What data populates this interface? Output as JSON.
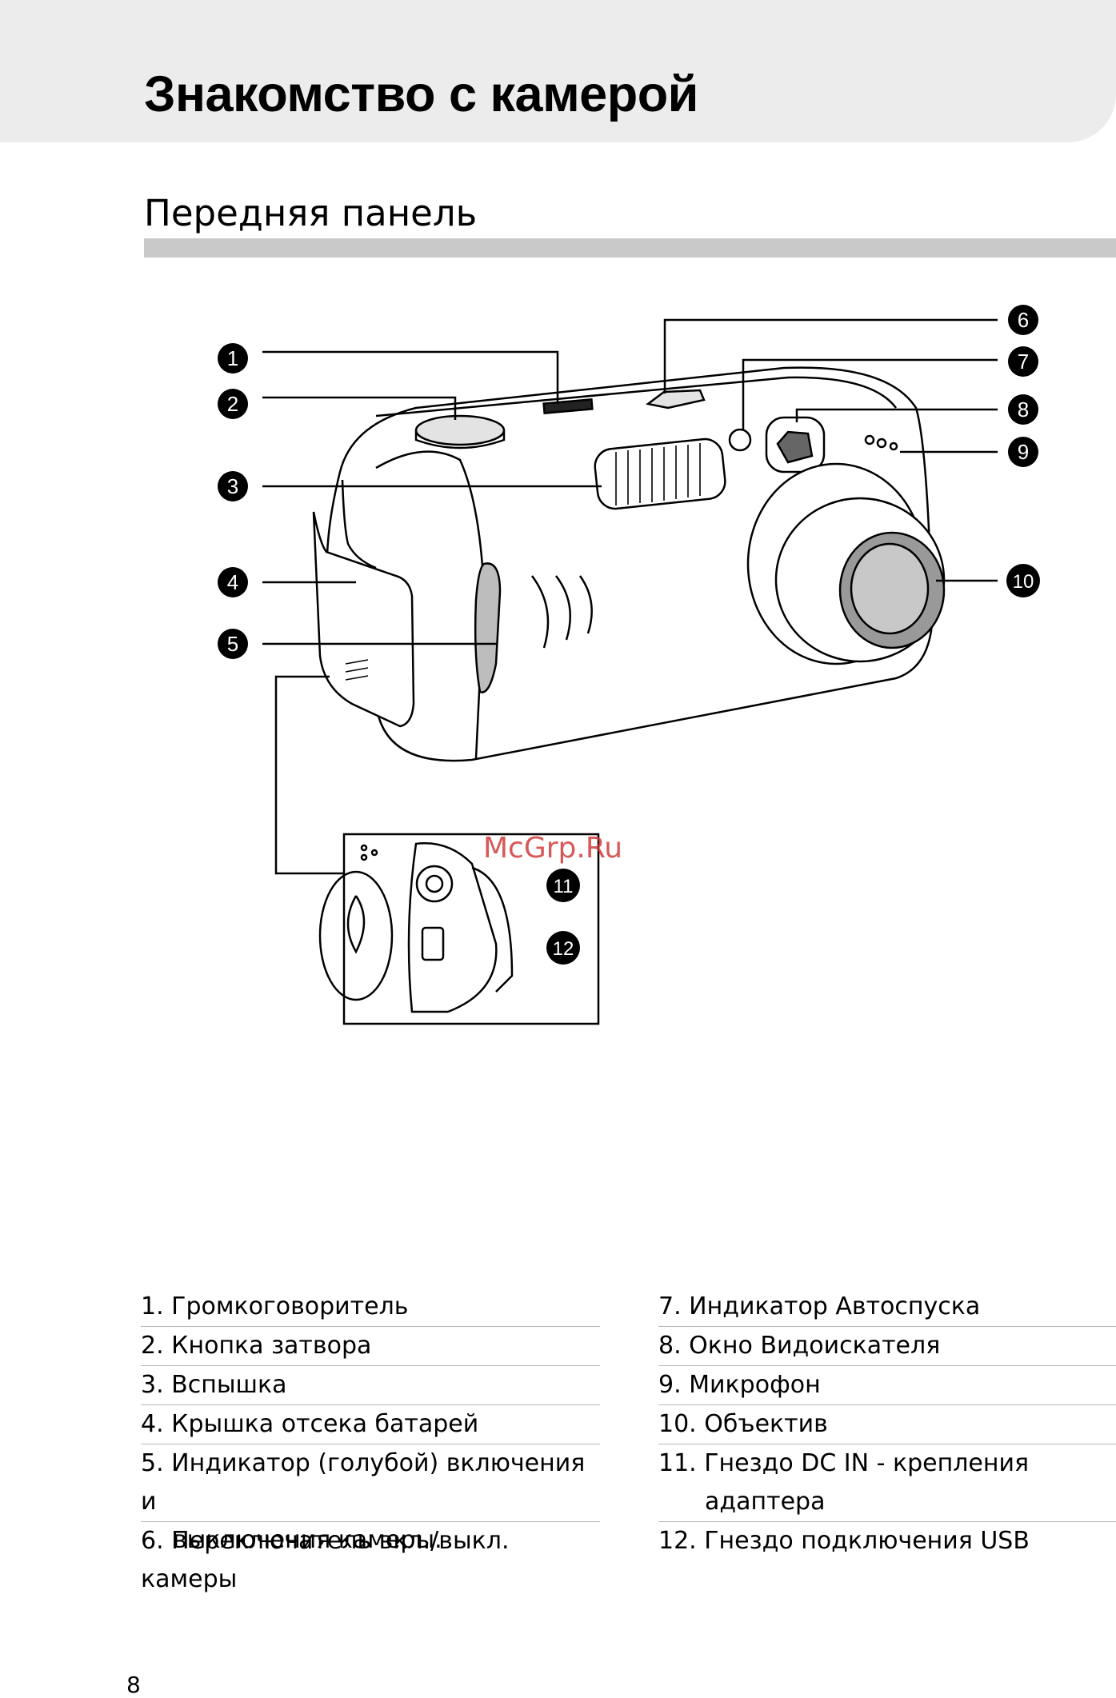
{
  "header": {
    "title": "Знакомство с камерой"
  },
  "section": {
    "title": "Передняя панель"
  },
  "watermark": "McGrp.Ru",
  "callouts": [
    "1",
    "2",
    "3",
    "4",
    "5",
    "6",
    "7",
    "8",
    "9",
    "10",
    "11",
    "12"
  ],
  "legend_left": [
    {
      "num": "1.",
      "text": "Громкоговоритель"
    },
    {
      "num": "2.",
      "text": "Кнопка затвора"
    },
    {
      "num": "3.",
      "text": "Вспышка"
    },
    {
      "num": "4.",
      "text": "Крышка отсека батарей"
    },
    {
      "num": "5.",
      "text": "Индикатор (голубой) включения и",
      "cont": "выключения камеры."
    },
    {
      "num": "6.",
      "text": "Переключатель вкл./выкл. камеры"
    }
  ],
  "legend_right": [
    {
      "num": "7.",
      "text": "Индикатор Автоспуска"
    },
    {
      "num": "8.",
      "text": "Окно Видоискателя"
    },
    {
      "num": "9.",
      "text": "Микрофон"
    },
    {
      "num": "10.",
      "text": "Объектив"
    },
    {
      "num": "11.",
      "text": "Гнездо DC IN - крепления",
      "cont": "адаптера"
    },
    {
      "num": "12.",
      "text": "Гнездо подключения USB"
    }
  ],
  "page_number": "8"
}
